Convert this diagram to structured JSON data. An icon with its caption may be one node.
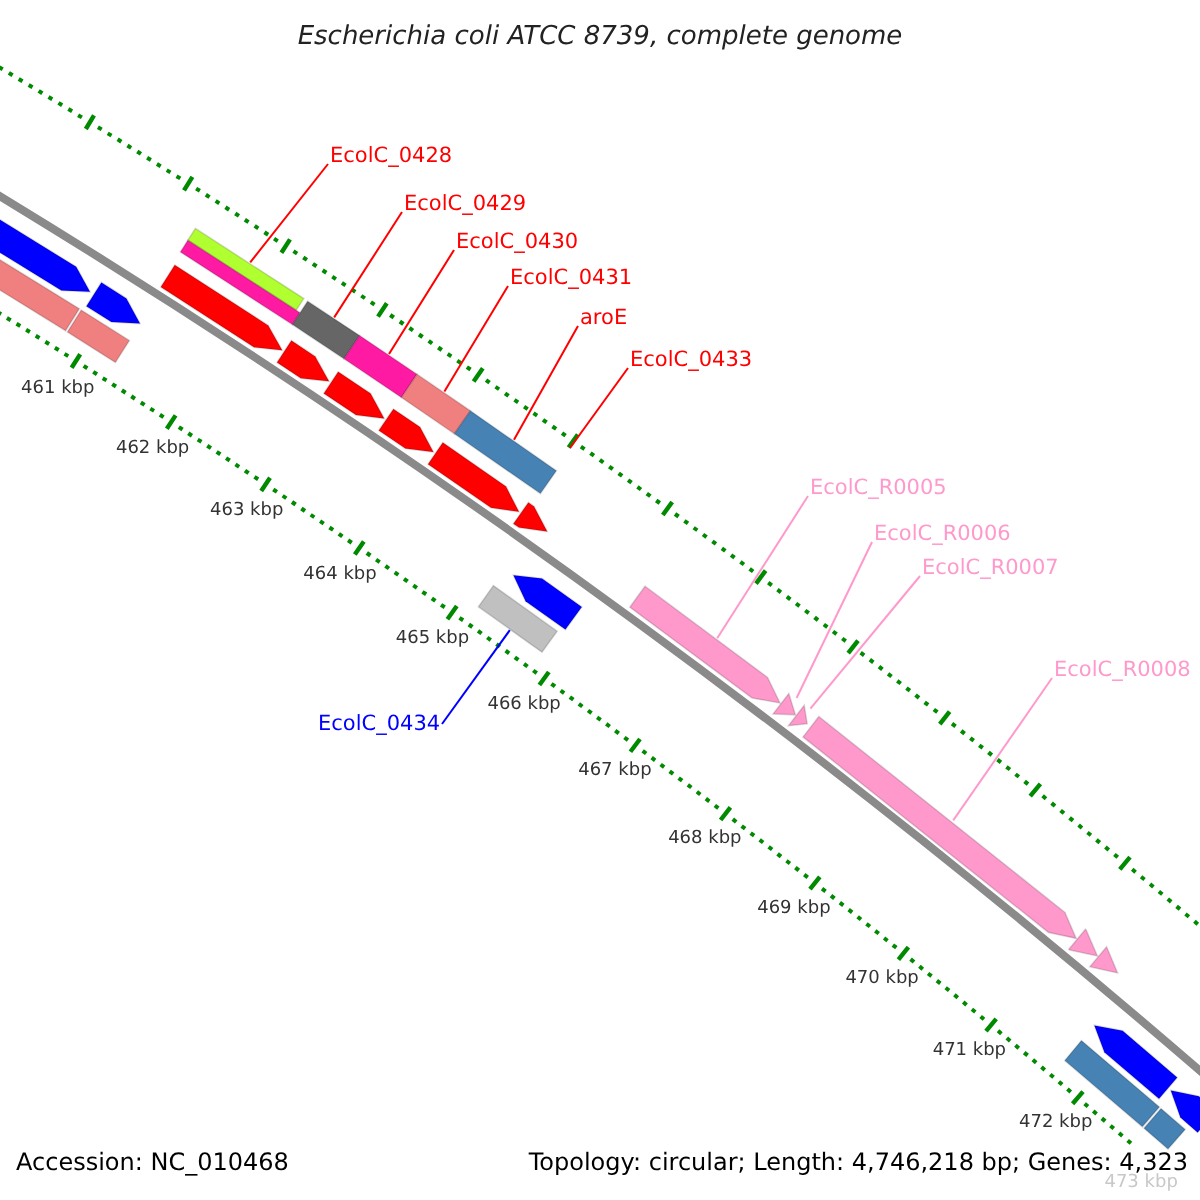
{
  "diagram": {
    "title": "Escherichia coli ATCC 8739, complete genome",
    "nodes": [
      {
        "text": [
          "EcolC_0428"
        ]
      },
      {
        "text": [
          "EcolC_0429"
        ]
      },
      {
        "text": [
          "EcolC_0430"
        ]
      },
      {
        "text": [
          "EcolC_0431"
        ]
      },
      {
        "text": [
          "aroE"
        ]
      },
      {
        "text": [
          "EcolC_0433"
        ]
      },
      {
        "text": [
          "EcolC_R0005"
        ]
      },
      {
        "text": [
          "EcolC_R0006"
        ]
      },
      {
        "text": [
          "EcolC_R0007"
        ]
      },
      {
        "text": [
          "EcolC_0434"
        ]
      },
      {
        "text": [
          "EcolC_R0008"
        ]
      },
      {
        "text": [],
        "shape": "bar"
      },
      {
        "text": [],
        "shape": "bar"
      },
      {
        "text": [],
        "shape": "bar"
      },
      {
        "text": [],
        "shape": "bar"
      },
      {
        "text": [],
        "shape": "bar"
      },
      {
        "text": [],
        "shape": "bar"
      },
      {
        "text": [],
        "shape": "bar"
      },
      {
        "text": [],
        "shape": "bar"
      },
      {
        "text": [],
        "shape": "bar"
      },
      {
        "text": [],
        "shape": "bar"
      },
      {
        "text": [],
        "shape": "bar"
      },
      {
        "text": [],
        "shape": "bar"
      },
      {
        "text": [],
        "shape": "bar"
      },
      {
        "text": [],
        "shape": "bar"
      },
      {
        "text": [],
        "shape": "bar"
      },
      {
        "text": [],
        "shape": "bar"
      },
      {
        "text": [],
        "shape": "bar"
      },
      {
        "text": [],
        "shape": "bar"
      },
      {
        "text": [],
        "shape": "bar"
      },
      {
        "text": [],
        "shape": "bar"
      },
      {
        "text": [],
        "shape": "bar"
      },
      {
        "text": [],
        "shape": "bar"
      },
      {
        "text": [],
        "shape": "bar"
      },
      {
        "text": [],
        "shape": "bar"
      },
      {
        "text": [],
        "shape": "bar"
      },
      {
        "text": [],
        "shape": "bar"
      },
      {
        "text": [],
        "shape": "bar"
      },
      {
        "text": [],
        "shape": "bar"
      }
    ],
    "edges": [
      {
        "from": 0,
        "to": 15,
        "arrow": "none"
      },
      {
        "from": 1,
        "to": 18,
        "arrow": "none"
      },
      {
        "from": 2,
        "to": 20,
        "arrow": "none"
      },
      {
        "from": 3,
        "to": 22,
        "arrow": "none"
      },
      {
        "from": 4,
        "to": 25,
        "arrow": "none"
      },
      {
        "from": 5,
        "to": null,
        "arrow": "none"
      },
      {
        "from": 6,
        "to": 29,
        "arrow": "none",
        "color": "#ff99cc"
      },
      {
        "from": 7,
        "to": 30,
        "arrow": "none",
        "color": "#ff99cc"
      },
      {
        "from": 8,
        "to": 31,
        "arrow": "none",
        "color": "#ff99cc"
      },
      {
        "from": 9,
        "to": 27,
        "arrow": "none",
        "color": "#0000ff"
      },
      {
        "from": 10,
        "to": 32,
        "arrow": "none",
        "color": "#ff99cc"
      }
    ],
    "labels": [
      "461 kbp",
      "462 kbp",
      "463 kbp",
      "464 kbp",
      "465 kbp",
      "466 kbp",
      "467 kbp",
      "468 kbp",
      "469 kbp",
      "470 kbp",
      "471 kbp",
      "472 kbp",
      "473 kbp",
      "Accession: NC_010468",
      "Topology: circular; Length: 4,746,218 bp; Genes: 4,323"
    ]
  }
}
